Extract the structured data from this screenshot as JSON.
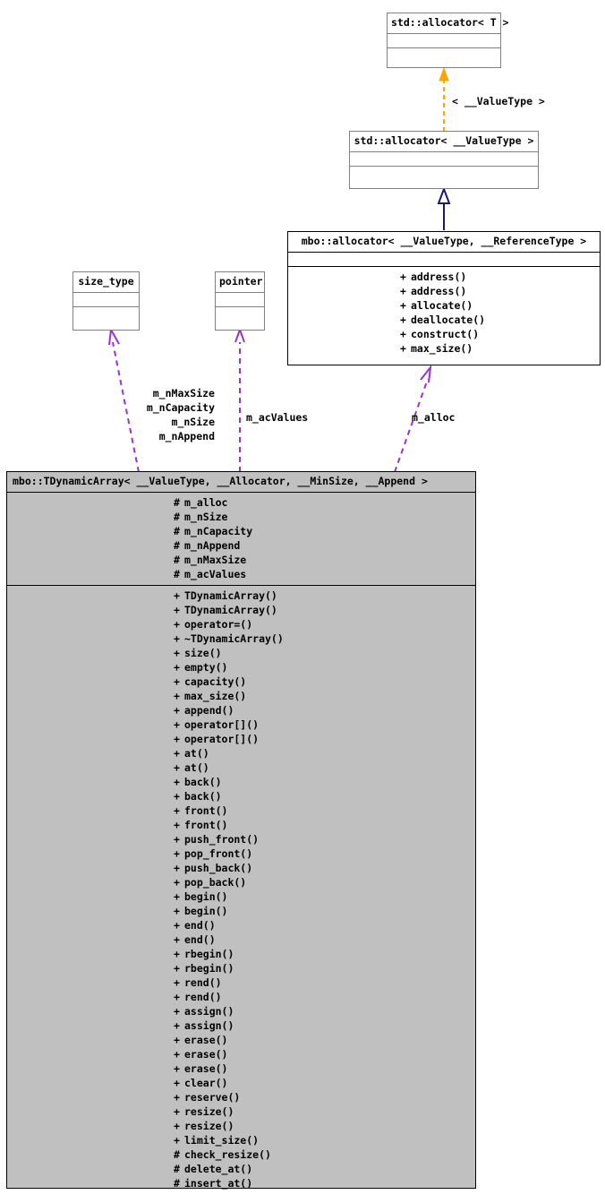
{
  "diagram": {
    "type": "uml-class-diagram",
    "title": "mbo::TDynamicArray collaboration diagram",
    "colors": {
      "background": "#ffffff",
      "class_fill": "#c0c0c0",
      "plain_fill": "#ffffff",
      "plain_border": "#808080",
      "class_border": "#000000",
      "inheritance_edge": "#191970",
      "template_edge": "#ffa500",
      "usage_edge": "#9a32cd",
      "text": "#000000"
    }
  },
  "nodes": {
    "std_allocator_t": {
      "title": "std::allocator< T >",
      "fields": [],
      "methods": []
    },
    "std_allocator_valuetype": {
      "title": "std::allocator< __ValueType >",
      "fields": [],
      "methods": []
    },
    "mbo_allocator": {
      "title": "mbo::allocator< __ValueType, __ReferenceType >",
      "fields": [],
      "methods": [
        {
          "visibility": "+",
          "name": "address()"
        },
        {
          "visibility": "+",
          "name": "address()"
        },
        {
          "visibility": "+",
          "name": "allocate()"
        },
        {
          "visibility": "+",
          "name": "deallocate()"
        },
        {
          "visibility": "+",
          "name": "construct()"
        },
        {
          "visibility": "+",
          "name": "max_size()"
        }
      ]
    },
    "size_type": {
      "title": "size_type",
      "fields": [],
      "methods": []
    },
    "pointer": {
      "title": "pointer",
      "fields": [],
      "methods": []
    },
    "tdynamicarray": {
      "title": "mbo::TDynamicArray< __ValueType, __Allocator, __MinSize, __Append >",
      "fields": [
        {
          "visibility": "#",
          "name": "m_alloc"
        },
        {
          "visibility": "#",
          "name": "m_nSize"
        },
        {
          "visibility": "#",
          "name": "m_nCapacity"
        },
        {
          "visibility": "#",
          "name": "m_nAppend"
        },
        {
          "visibility": "#",
          "name": "m_nMaxSize"
        },
        {
          "visibility": "#",
          "name": "m_acValues"
        }
      ],
      "methods": [
        {
          "visibility": "+",
          "name": "TDynamicArray()"
        },
        {
          "visibility": "+",
          "name": "TDynamicArray()"
        },
        {
          "visibility": "+",
          "name": "operator=()"
        },
        {
          "visibility": "+",
          "name": "~TDynamicArray()"
        },
        {
          "visibility": "+",
          "name": "size()"
        },
        {
          "visibility": "+",
          "name": "empty()"
        },
        {
          "visibility": "+",
          "name": "capacity()"
        },
        {
          "visibility": "+",
          "name": "max_size()"
        },
        {
          "visibility": "+",
          "name": "append()"
        },
        {
          "visibility": "+",
          "name": "operator[]()"
        },
        {
          "visibility": "+",
          "name": "operator[]()"
        },
        {
          "visibility": "+",
          "name": "at()"
        },
        {
          "visibility": "+",
          "name": "at()"
        },
        {
          "visibility": "+",
          "name": "back()"
        },
        {
          "visibility": "+",
          "name": "back()"
        },
        {
          "visibility": "+",
          "name": "front()"
        },
        {
          "visibility": "+",
          "name": "front()"
        },
        {
          "visibility": "+",
          "name": "push_front()"
        },
        {
          "visibility": "+",
          "name": "pop_front()"
        },
        {
          "visibility": "+",
          "name": "push_back()"
        },
        {
          "visibility": "+",
          "name": "pop_back()"
        },
        {
          "visibility": "+",
          "name": "begin()"
        },
        {
          "visibility": "+",
          "name": "begin()"
        },
        {
          "visibility": "+",
          "name": "end()"
        },
        {
          "visibility": "+",
          "name": "end()"
        },
        {
          "visibility": "+",
          "name": "rbegin()"
        },
        {
          "visibility": "+",
          "name": "rbegin()"
        },
        {
          "visibility": "+",
          "name": "rend()"
        },
        {
          "visibility": "+",
          "name": "rend()"
        },
        {
          "visibility": "+",
          "name": "assign()"
        },
        {
          "visibility": "+",
          "name": "assign()"
        },
        {
          "visibility": "+",
          "name": "erase()"
        },
        {
          "visibility": "+",
          "name": "erase()"
        },
        {
          "visibility": "+",
          "name": "erase()"
        },
        {
          "visibility": "+",
          "name": "clear()"
        },
        {
          "visibility": "+",
          "name": "reserve()"
        },
        {
          "visibility": "+",
          "name": "resize()"
        },
        {
          "visibility": "+",
          "name": "resize()"
        },
        {
          "visibility": "+",
          "name": "limit_size()"
        },
        {
          "visibility": "#",
          "name": "check_resize()"
        },
        {
          "visibility": "#",
          "name": "delete_at()"
        },
        {
          "visibility": "#",
          "name": "insert_at()"
        }
      ]
    }
  },
  "edges": {
    "template_binding_label": "< __ValueType >",
    "size_type_label_lines": [
      "m_nMaxSize",
      "m_nCapacity",
      "m_nSize",
      "m_nAppend"
    ],
    "pointer_label": "m_acValues",
    "alloc_label": "m_alloc"
  }
}
